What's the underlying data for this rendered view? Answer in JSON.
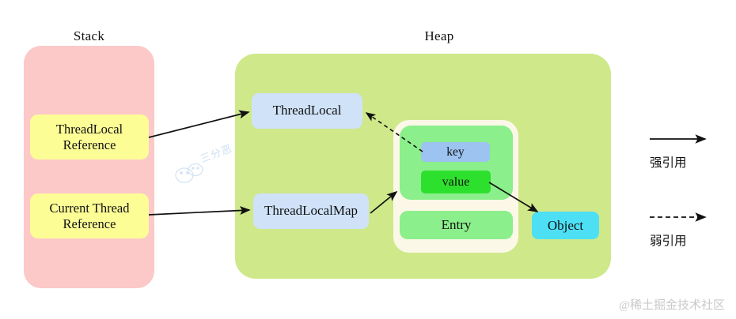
{
  "diagram": {
    "stack": {
      "title": "Stack",
      "boxes": [
        {
          "label": "ThreadLocal\nReference",
          "line1": "ThreadLocal",
          "line2": "Reference"
        },
        {
          "label": "Current Thread\nReference",
          "line1": "Current Thread",
          "line2": "Reference"
        }
      ]
    },
    "heap": {
      "title": "Heap",
      "thread_local": "ThreadLocal",
      "thread_local_map": "ThreadLocalMap",
      "entry": {
        "key": "key",
        "value": "value",
        "name": "Entry"
      },
      "object": "Object"
    },
    "legend": [
      {
        "type": "solid",
        "label": "强引用"
      },
      {
        "type": "dashed",
        "label": "弱引用"
      }
    ],
    "watermarks": {
      "center": "三分恶",
      "bottom_right": "@稀土掘金技术社区"
    },
    "colors": {
      "stack_bg": "#fcc8c8",
      "heap_bg": "#cfe88a",
      "reference_box": "#fdfd96",
      "blue_box": "#cfe2f8",
      "entry_shell": "#fbf8e8",
      "entry_panel": "#8bef8b",
      "key_box": "#9dc3f0",
      "value_box": "#2ee02e",
      "object_box": "#4de0f5",
      "arrow": "#111111"
    }
  }
}
